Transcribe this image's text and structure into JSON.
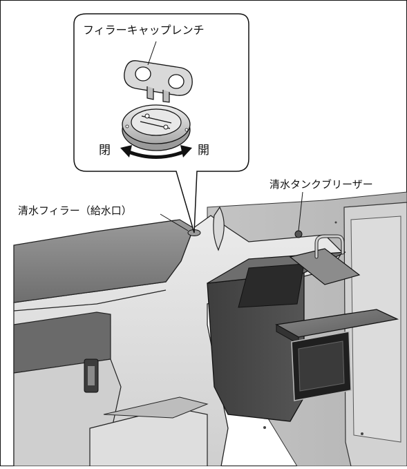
{
  "labels": {
    "wrench": "フィラーキャップレンチ",
    "close": "閉",
    "open": "開",
    "tank_breather": "清水タンクブリーザー",
    "filler": "清水フィラー（給水口）"
  },
  "colors": {
    "background": "#ffffff",
    "outline": "#111111",
    "hull_light": "#e4e4e4",
    "hull_mid": "#b9b9b9",
    "hull_dark": "#7a7a7a",
    "hull_deep": "#4a4a4a",
    "wall": "#c8c8c8"
  }
}
